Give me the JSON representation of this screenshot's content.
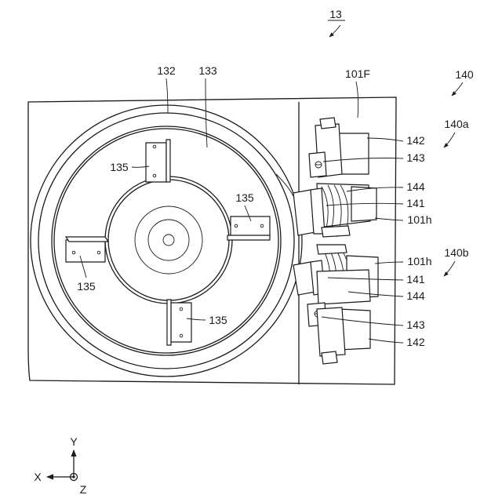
{
  "figure": {
    "number": "13",
    "labels": {
      "l132": "132",
      "l133": "133",
      "l101F": "101F",
      "l140": "140",
      "l140a": "140a",
      "l140b": "140b",
      "l142_top": "142",
      "l143_top": "143",
      "l144_top": "144",
      "l141_top": "141",
      "l101h_top": "101h",
      "l101h_bot": "101h",
      "l141_bot": "141",
      "l144_bot": "144",
      "l143_bot": "143",
      "l142_bot": "142",
      "l135_a": "135",
      "l135_b": "135",
      "l135_c": "135",
      "l135_d": "135"
    },
    "axes": {
      "x": "X",
      "y": "Y",
      "z": "Z"
    }
  }
}
